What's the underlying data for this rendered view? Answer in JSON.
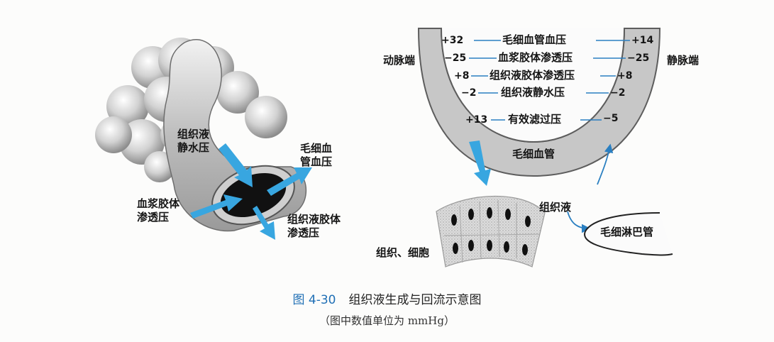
{
  "left_panel": {
    "label_interstitial_hydrostatic": [
      "组织液",
      "静水压"
    ],
    "label_capillary_pressure": [
      "毛细血",
      "管血压"
    ],
    "label_plasma_colloid": [
      "血浆胶体",
      "渗透压"
    ],
    "label_interstitial_colloid": [
      "组织液胶体",
      "渗透压"
    ]
  },
  "right_panel": {
    "arterial_end": "动脉端",
    "venous_end": "静脉端",
    "rows": [
      {
        "name": "毛细血管血压",
        "arterial": "+32",
        "venous": "+14"
      },
      {
        "name": "血浆胶体渗透压",
        "arterial": "−25",
        "venous": "−25"
      },
      {
        "name": "组织液胶体渗透压",
        "arterial": "+8",
        "venous": "+8"
      },
      {
        "name": "组织液静水压",
        "arterial": "−2",
        "venous": "−2"
      },
      {
        "name": "有效滤过压",
        "arterial": "+13",
        "venous": "−5"
      }
    ],
    "capillary_label": "毛细血管",
    "interstitial_fluid_label": "组织液",
    "lymph_capillary_label": "毛细淋巴管",
    "tissue_cells_label": "组织、细胞"
  },
  "caption": {
    "figure_number": "图 4-30",
    "title": "组织液生成与回流示意图",
    "note": "（图中数值单位为 mmHg）"
  },
  "colors": {
    "arrow_blue": "#38a6e0",
    "line_blue": "#2a7fc1",
    "capillary_fill": "#c7c7c7",
    "caption_blue": "#1f6fb5"
  }
}
